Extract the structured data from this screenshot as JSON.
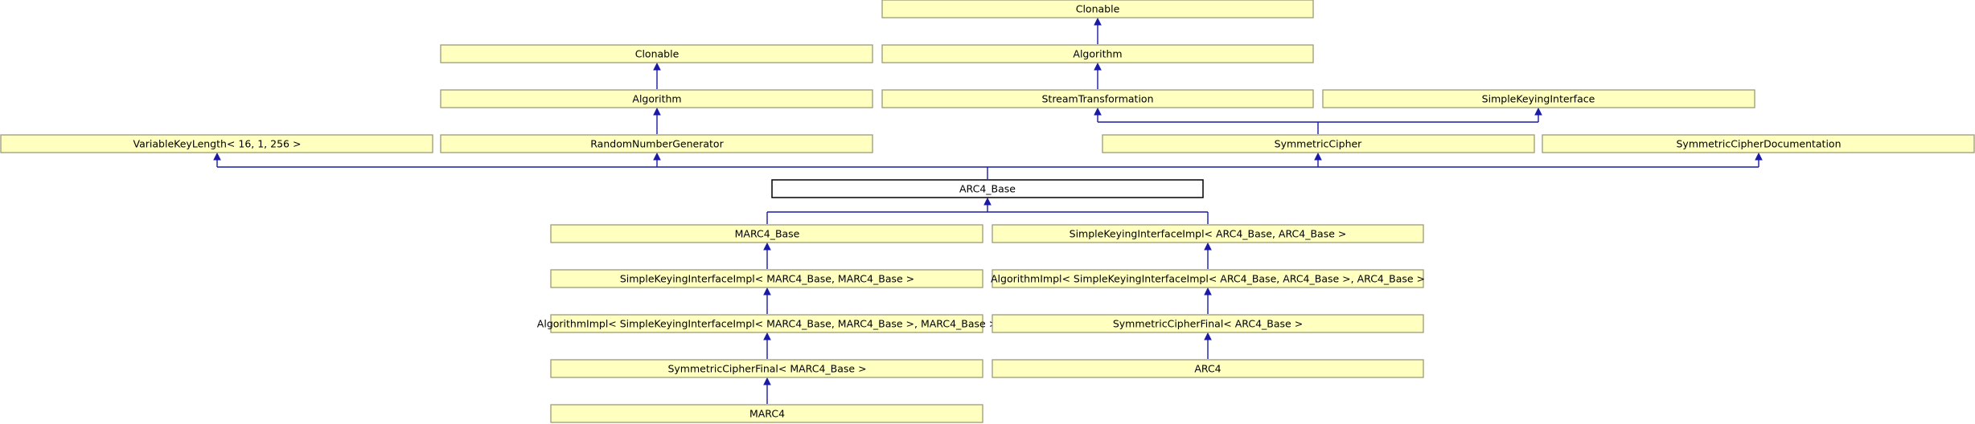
{
  "nodes": {
    "clonable_top": "Clonable",
    "algorithm_top": "Algorithm",
    "clonable_left": "Clonable",
    "algorithm_left": "Algorithm",
    "stream_transformation": "StreamTransformation",
    "simple_keying_interface": "SimpleKeyingInterface",
    "variable_key_length": "VariableKeyLength< 16, 1, 256 >",
    "random_number_generator": "RandomNumberGenerator",
    "symmetric_cipher": "SymmetricCipher",
    "symmetric_cipher_documentation": "SymmetricCipherDocumentation",
    "arc4_base": "ARC4_Base",
    "marc4_base": "MARC4_Base",
    "ski_impl_arc4": "SimpleKeyingInterfaceImpl< ARC4_Base, ARC4_Base >",
    "ski_impl_marc4": "SimpleKeyingInterfaceImpl< MARC4_Base, MARC4_Base >",
    "alg_impl_arc4": "AlgorithmImpl< SimpleKeyingInterfaceImpl< ARC4_Base, ARC4_Base >, ARC4_Base >",
    "alg_impl_marc4": "AlgorithmImpl< SimpleKeyingInterfaceImpl< MARC4_Base, MARC4_Base >, MARC4_Base >",
    "scf_arc4": "SymmetricCipherFinal< ARC4_Base >",
    "scf_marc4": "SymmetricCipherFinal< MARC4_Base >",
    "arc4": "ARC4",
    "marc4": "MARC4"
  },
  "colors": {
    "node_fill": "#ffffc0",
    "node_border": "#9a9a7a",
    "current_node_fill": "#ffffff",
    "edge": "#1a1aa6"
  }
}
